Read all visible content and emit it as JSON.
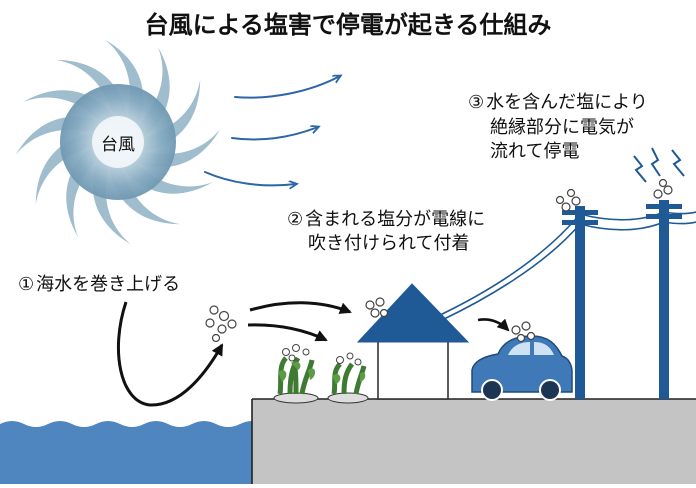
{
  "title": "台風による塩害で停電が起きる仕組み",
  "typhoon_label": "台風",
  "steps": [
    {
      "num": "①",
      "lines": [
        "海水を巻き上げる"
      ]
    },
    {
      "num": "②",
      "lines": [
        "含まれる塩分が電線に",
        "吹き付けられて付着"
      ]
    },
    {
      "num": "③",
      "lines": [
        "水を含んだ塩により",
        "絶縁部分に電気が",
        "流れて停電"
      ]
    }
  ],
  "colors": {
    "sea": "#4f86c0",
    "ground": "#c4c4c4",
    "poles": "#1f5a96",
    "arrows_wind": "#2d66a8",
    "roof": "#1f5a96",
    "car": "#3f79b8",
    "plants": "#4e8f3f",
    "typhoon": "#8fb2c6"
  },
  "icons": [
    "typhoon-icon",
    "wind-arrow-icon",
    "salt-bubbles-icon",
    "spark-icon",
    "house-icon",
    "car-icon",
    "plant-icon",
    "utility-pole-icon"
  ]
}
